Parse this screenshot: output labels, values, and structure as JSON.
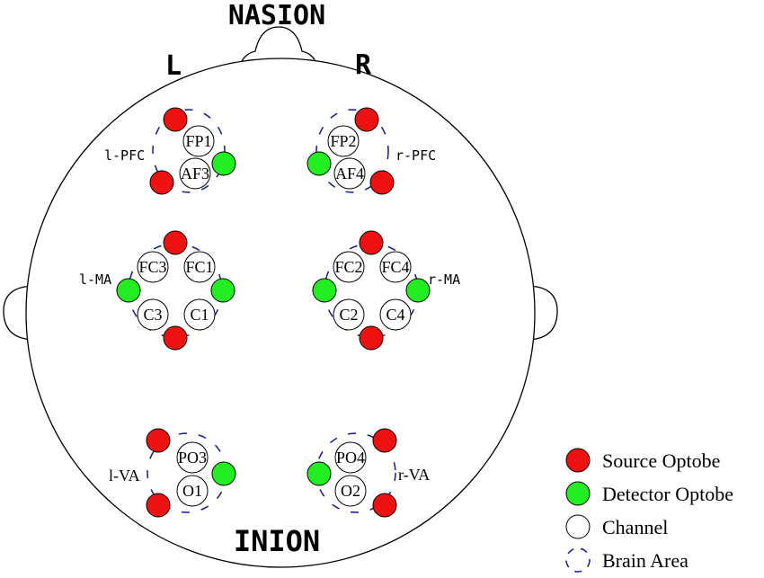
{
  "head": {
    "nasion": "NASION",
    "inion": "INION",
    "left": "L",
    "right": "R"
  },
  "regions": [
    {
      "label": "l-PFC",
      "channels": [
        "FP1",
        "AF3"
      ]
    },
    {
      "label": "r-PFC",
      "channels": [
        "FP2",
        "AF4"
      ]
    },
    {
      "label": "l-MA",
      "channels": [
        "FC3",
        "FC1",
        "C3",
        "C1"
      ]
    },
    {
      "label": "r-MA",
      "channels": [
        "FC2",
        "FC4",
        "C2",
        "C4"
      ]
    },
    {
      "label": "l-VA",
      "channels": [
        "PO3",
        "O1"
      ]
    },
    {
      "label": "r-VA",
      "channels": [
        "PO4",
        "O2"
      ]
    }
  ],
  "legend": [
    {
      "label": "Source Optobe",
      "type": "source"
    },
    {
      "label": "Detector Optobe",
      "type": "detector"
    },
    {
      "label": "Channel",
      "type": "channel"
    },
    {
      "label": "Brain Area",
      "type": "area"
    }
  ],
  "colors": {
    "source": "#ee1111",
    "detector": "#22ee22",
    "channel_fill": "#ffffff",
    "outline": "#000000",
    "area_dash": "#1a1a8c"
  }
}
